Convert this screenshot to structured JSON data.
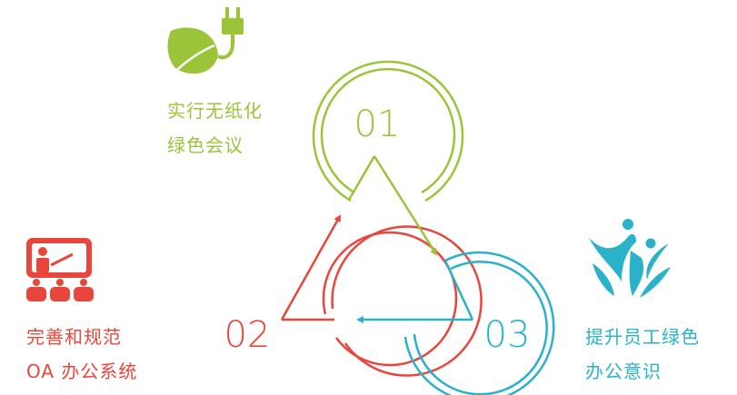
{
  "colors": {
    "green": "#9cc43a",
    "red": "#e8463c",
    "blue": "#29b2c9"
  },
  "steps": [
    {
      "number": "01",
      "lines": [
        "实行无纸化",
        "绿色会议"
      ],
      "color": "#9cc43a",
      "icon": "leaf-plug-icon"
    },
    {
      "number": "02",
      "lines": [
        "完善和规范",
        "OA 办公系统"
      ],
      "color": "#e8463c",
      "icon": "presentation-board-icon"
    },
    {
      "number": "03",
      "lines": [
        "提升员工绿色",
        "办公意识"
      ],
      "color": "#29b2c9",
      "icon": "people-leaves-icon"
    }
  ]
}
